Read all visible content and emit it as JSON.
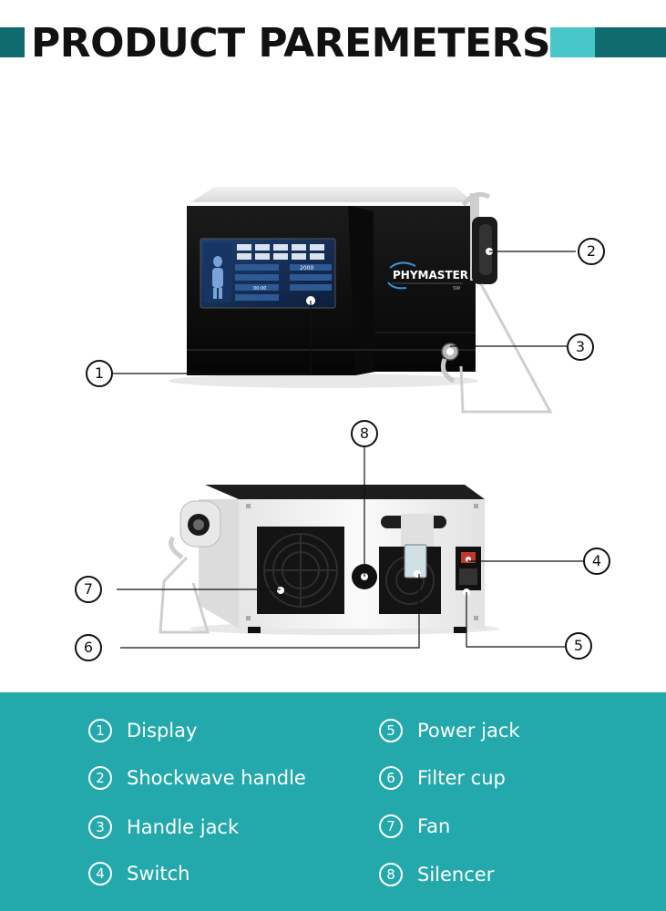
{
  "header": {
    "title": "PRODUCT PAREMETERS",
    "colors": {
      "dark_teal": "#0f6b6d",
      "light_teal": "#48c6c8",
      "panel": "#23a9ab"
    }
  },
  "device_front": {
    "brand": "PHYMASTER",
    "brand_sub": "SW",
    "screen_value": "2000",
    "screen_time": "00:00"
  },
  "callouts": [
    "1",
    "2",
    "3",
    "4",
    "5",
    "6",
    "7",
    "8"
  ],
  "legend": [
    {
      "num": "1",
      "label": "Display"
    },
    {
      "num": "2",
      "label": "Shockwave handle"
    },
    {
      "num": "3",
      "label": "Handle jack"
    },
    {
      "num": "4",
      "label": "Switch"
    },
    {
      "num": "5",
      "label": "Power jack"
    },
    {
      "num": "6",
      "label": "Filter cup"
    },
    {
      "num": "7",
      "label": "Fan"
    },
    {
      "num": "8",
      "label": "Silencer"
    }
  ]
}
